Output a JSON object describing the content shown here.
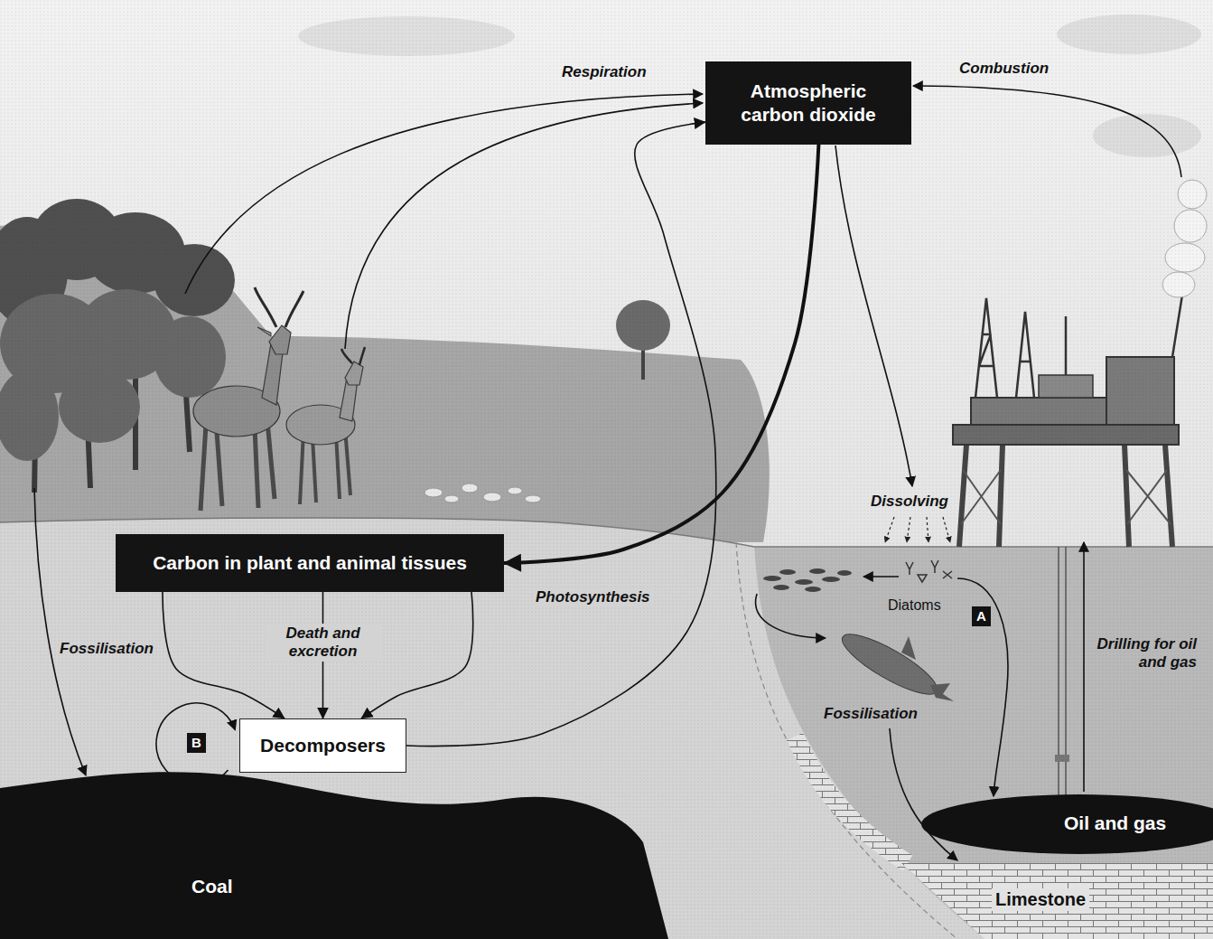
{
  "diagram": {
    "nodes": [
      {
        "text": [
          "Atmospheric carbon dioxide"
        ]
      },
      {
        "text": [
          "Carbon in plant and animal tissues"
        ]
      },
      {
        "text": [
          "Decomposers"
        ]
      },
      {
        "text": [
          "Coal"
        ]
      },
      {
        "text": [
          "Oil and gas"
        ]
      },
      {
        "text": [
          "Limestone"
        ]
      }
    ],
    "edges": [
      {
        "from": 0,
        "to": 1,
        "label": "Photosynthesis",
        "arrow": "to"
      },
      {
        "from": 1,
        "to": 2,
        "arrow": "to"
      },
      {
        "from": 1,
        "to": 2,
        "label": "Death and excretion",
        "arrow": "to"
      },
      {
        "from": 1,
        "to": 2,
        "arrow": "to"
      },
      {
        "from": 2,
        "to": 0,
        "arrow": "to"
      }
    ],
    "labels": [
      "Respiration",
      "Combustion",
      "Dissolving",
      "Fossilisation",
      "Diatoms",
      "A",
      "Drilling for oil and gas",
      "Fossilisation",
      "B"
    ]
  }
}
